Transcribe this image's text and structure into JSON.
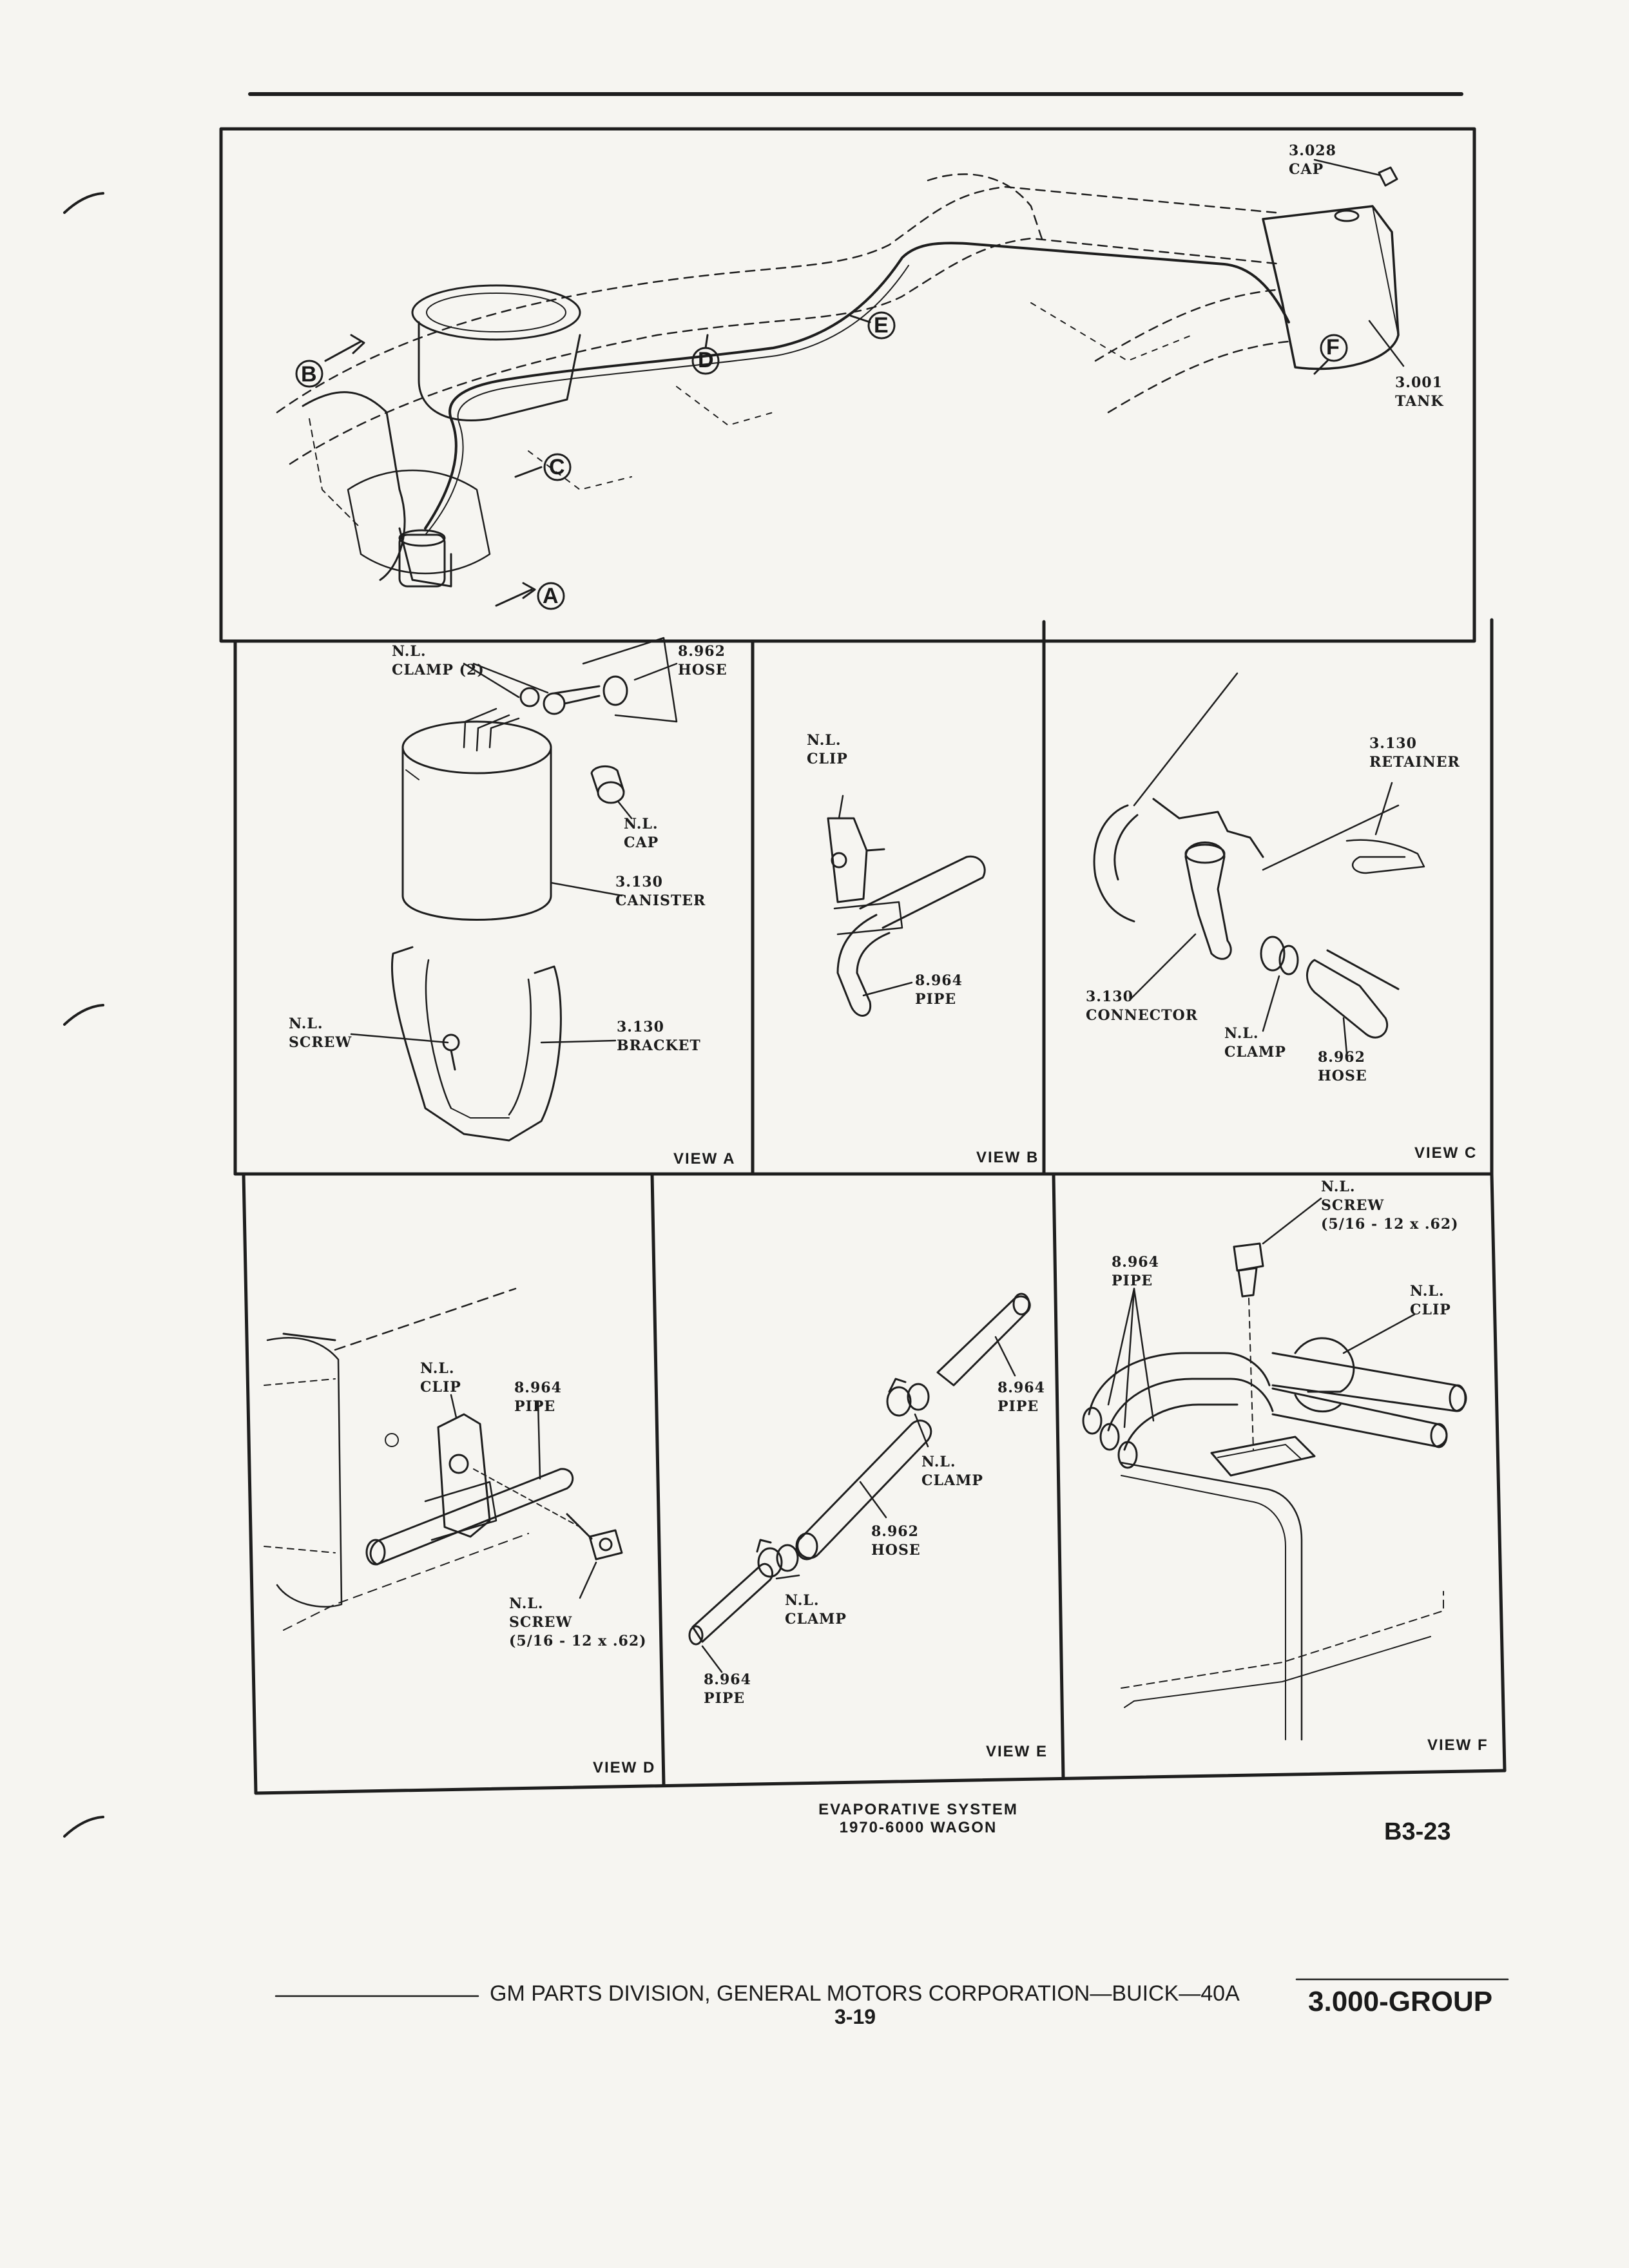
{
  "overview": {
    "cap": "3.028\nCAP",
    "tank": "3.001\nTANK",
    "view_markers": [
      "A",
      "B",
      "C",
      "D",
      "E",
      "F"
    ]
  },
  "view_a": {
    "title": "VIEW A",
    "clamp": "N.L.\nCLAMP (2)",
    "hose": "8.962\nHOSE",
    "cap": "N.L.\nCAP",
    "canister": "3.130\nCANISTER",
    "screw": "N.L.\nSCREW",
    "bracket": "3.130\nBRACKET"
  },
  "view_b": {
    "title": "VIEW B",
    "clip": "N.L.\nCLIP",
    "pipe": "8.964\nPIPE"
  },
  "view_c": {
    "title": "VIEW C",
    "retainer": "3.130\nRETAINER",
    "connector": "3.130\nCONNECTOR",
    "clamp": "N.L.\nCLAMP",
    "hose": "8.962\nHOSE"
  },
  "view_d": {
    "title": "VIEW D",
    "clip": "N.L.\nCLIP",
    "pipe": "8.964\nPIPE",
    "screw": "N.L.\nSCREW\n(5/16 - 12 x .62)"
  },
  "view_e": {
    "title": "VIEW E",
    "pipe_top": "8.964\nPIPE",
    "clamp_top": "N.L.\nCLAMP",
    "hose": "8.962\nHOSE",
    "clamp_bottom": "N.L.\nCLAMP",
    "pipe_bottom": "8.964\nPIPE"
  },
  "view_f": {
    "title": "VIEW F",
    "screw": "N.L.\nSCREW\n(5/16 - 12 x .62)",
    "pipe": "8.964\nPIPE",
    "clip": "N.L.\nCLIP"
  },
  "caption": {
    "line1": "EVAPORATIVE SYSTEM",
    "line2": "1970-6000 WAGON"
  },
  "figure_id": "B3-23",
  "footer": {
    "publisher": "GM PARTS DIVISION, GENERAL MOTORS CORPORATION—BUICK—40A",
    "page": "3-19",
    "group": "3.000-GROUP"
  }
}
